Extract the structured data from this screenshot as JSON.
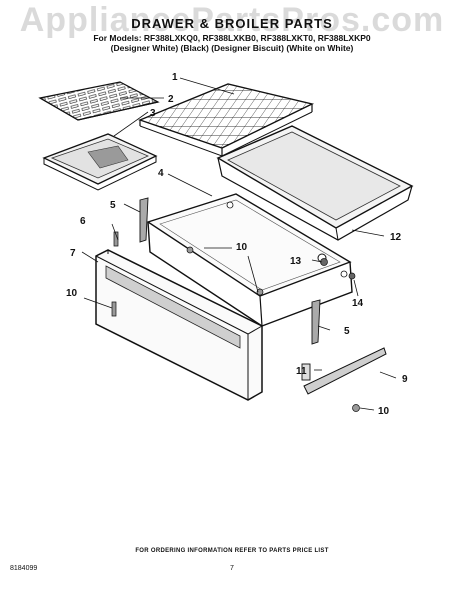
{
  "watermark": "AppliancePartsPros.com",
  "header": {
    "title": "DRAWER & BROILER PARTS",
    "models": "For Models: RF388LXKQ0, RF388LXKB0, RF388LXKT0, RF388LXKP0",
    "variants": "(Designer White)    (Black) (Designer Biscuit) (White on White)"
  },
  "callouts": {
    "c1": "1",
    "c2": "2",
    "c3": "3",
    "c4": "4",
    "c5a": "5",
    "c5b": "5",
    "c6": "6",
    "c7": "7",
    "c9": "9",
    "c10a": "10",
    "c10b": "10",
    "c10c": "10",
    "c11": "11",
    "c12": "12",
    "c13": "13",
    "c14": "14"
  },
  "footer": {
    "note": "FOR ORDERING INFORMATION REFER TO PARTS PRICE LIST",
    "doc_number": "8184099",
    "page_number": "7"
  }
}
